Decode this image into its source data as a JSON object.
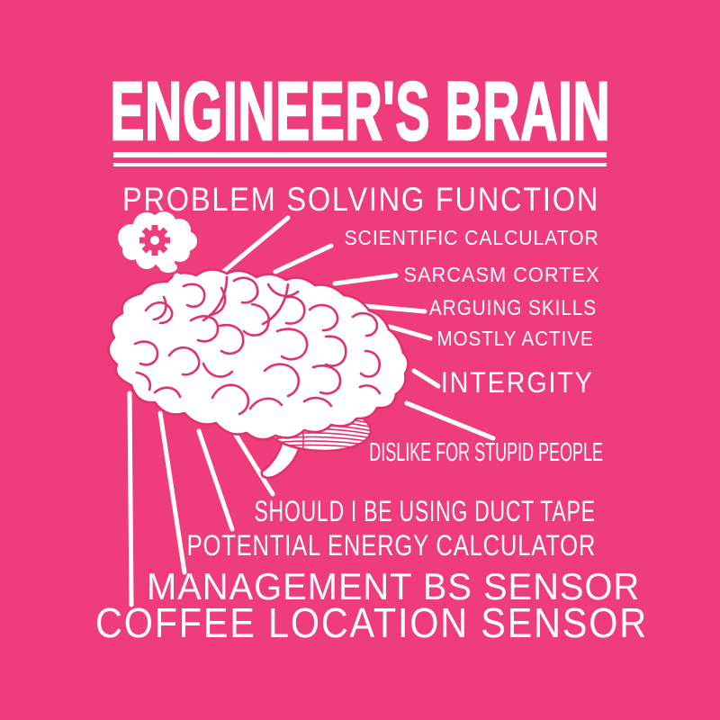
{
  "design": {
    "title": "ENGINEER'S BRAIN",
    "labels": {
      "problem": "PROBLEM SOLVING FUNCTION",
      "scientific": "SCIENTIFIC CALCULATOR",
      "sarcasm": "SARCASM CORTEX",
      "arguing": "ARGUING SKILLS",
      "mostly": "MOSTLY ACTIVE",
      "intergity": "INTERGITY",
      "dislike": "DISLIKE FOR STUPID PEOPLE",
      "ducttape": "SHOULD I BE USING DUCT TAPE",
      "potential": "POTENTIAL ENERGY CALCULATOR",
      "management": "MANAGEMENT BS SENSOR",
      "coffee": "COFFEE LOCATION SENSOR"
    },
    "icons": {
      "brain": "brain-illustration",
      "thought_bubble": "thought-bubble-icon",
      "gear": "gear-icon"
    },
    "colors": {
      "background": "#EF3C7B",
      "text": "#FFFFFF",
      "outline": "#E2326E"
    }
  }
}
